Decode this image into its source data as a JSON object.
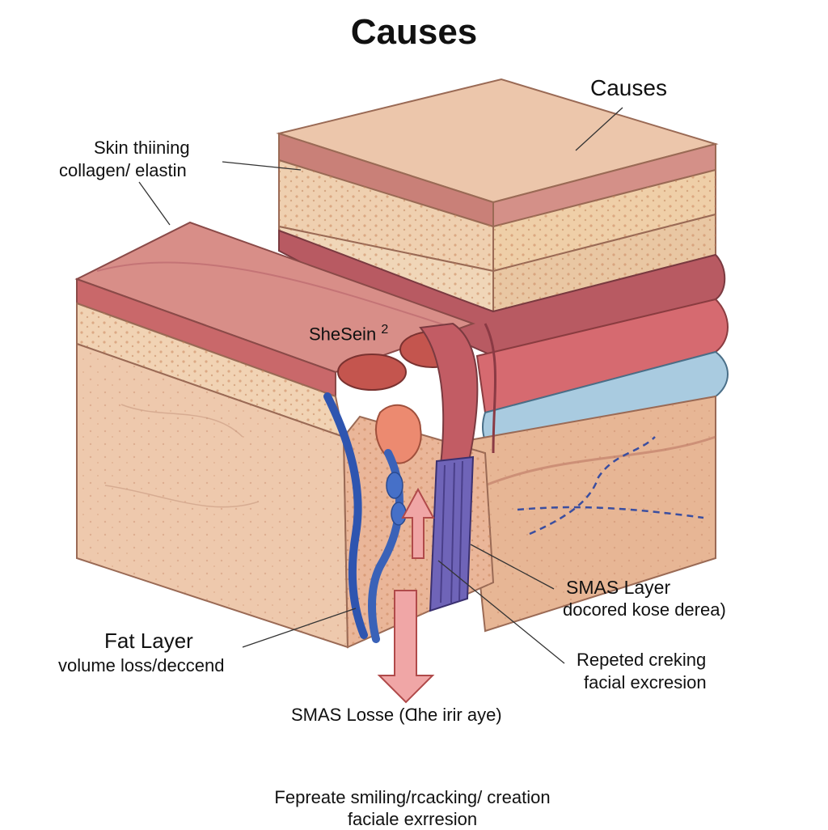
{
  "title": "Causes",
  "labels": {
    "causes_top": "Causes",
    "skin_line1": "Skin thiining",
    "skin_line2": "collagen/ elastin",
    "shesein": "SheSein",
    "shesein_sup": "2",
    "smas_line1": "SMAS Layer",
    "smas_line2": "docored kose derea)",
    "fat_line1": "Fat Layer",
    "fat_line2": "volume loss/deccend",
    "repeated_line1": "Repeted creking",
    "repeated_line2": "facial excresion",
    "smas_loss": "SMAS Losse (Ɑhe irir aye)",
    "bottom_line1": "Fepreate smiling/rcacking/ creation",
    "bottom_line2": "faciale exrresion"
  },
  "colors": {
    "skin_top": "#e8c2a6",
    "muscle_red": "#c9585c",
    "fat_tan": "#efcfae",
    "dermis": "#eec9ad",
    "vein_blue": "#3a62b8",
    "smas_purple": "#6f64b8",
    "fascia_blue": "#a9cbe0",
    "arrow_pink": "#f0a6a6"
  }
}
